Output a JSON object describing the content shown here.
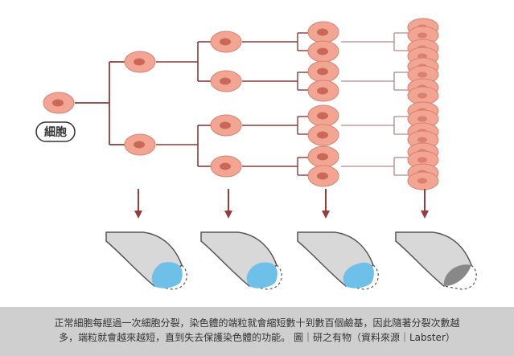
{
  "diagram": {
    "cell_label": "細胞",
    "generations": 4,
    "colors": {
      "cell_fill": "#f2a593",
      "cell_stroke": "#d9806e",
      "nucleus": "#c96858",
      "branch_dark": "#8b3a3a",
      "branch_light": "#b08a8a",
      "arrow": "#9b3a3a",
      "telomere_body": "#d8d8d8",
      "telomere_stroke": "#555555",
      "telomere_cap": "#6ec0e8",
      "telomere_cap_lost": "#888888"
    },
    "telomere_cap_levels": [
      1.0,
      0.82,
      0.62,
      0.0
    ]
  },
  "caption": {
    "line1": "正常細胞每經過一次細胞分裂，染色體的端粒就會縮短數十到數百個鹼基，因此隨著分裂次數越",
    "line2": "多，端粒就會越來越短，直到失去保護染色體的功能。 圖｜研之有物（資料來源｜Labster）"
  }
}
